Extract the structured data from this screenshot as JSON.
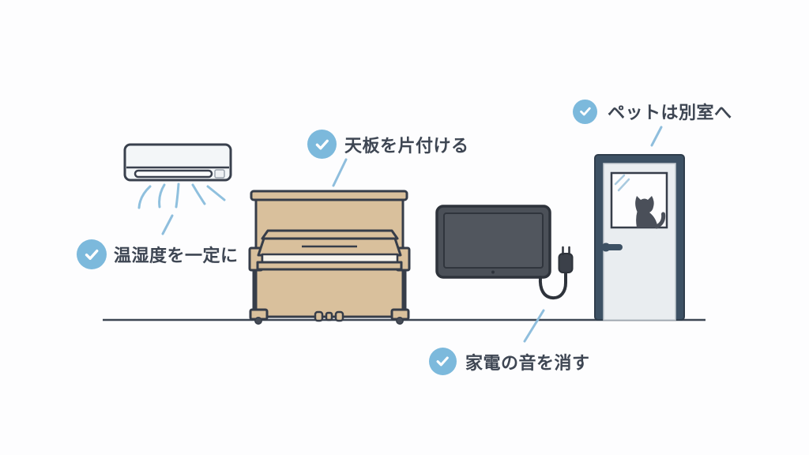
{
  "checklist": {
    "items": [
      {
        "id": "climate",
        "label": "温湿度を一定に"
      },
      {
        "id": "piano_top",
        "label": "天板を片付ける"
      },
      {
        "id": "appliance_sound",
        "label": "家電の音を消す"
      },
      {
        "id": "pets",
        "label": "ペットは別室へ"
      }
    ]
  },
  "icons": {
    "check": "check-icon",
    "objects": [
      "air-conditioner-icon",
      "upright-piano-icon",
      "television-icon",
      "power-plug-icon",
      "door-with-cat-icon"
    ]
  },
  "colors": {
    "background": "#fdfdfe",
    "accent_blue": "#7cb9dc",
    "leader_blue": "#8fbedd",
    "text": "#3e4653",
    "outline": "#363d49",
    "piano_wood": "#d9c09c",
    "tv_frame": "#4b5058",
    "tv_screen": "#51565e",
    "door_frame": "#3d5164",
    "door_panel": "#e9edf0",
    "floor": "#3d4653"
  }
}
